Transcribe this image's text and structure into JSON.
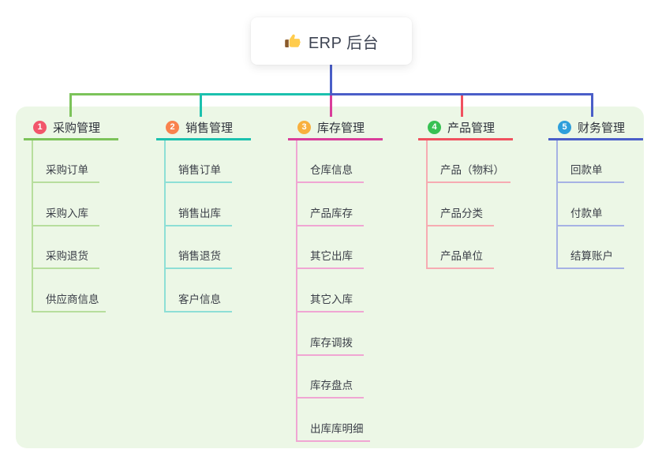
{
  "root": {
    "title": "ERP 后台",
    "icon": "thumbs-up",
    "line_color": "#4a5ec8"
  },
  "panel": {
    "background": "#ecf7e6"
  },
  "bus_colors": [
    "#7cc35a",
    "#1cc1ae",
    "#4a5ec8"
  ],
  "branches": [
    {
      "badge": "1",
      "label": "采购管理",
      "badge_color": "#f2566b",
      "line_color": "#7cc35a",
      "sub_line_color": "#b7de9d",
      "items": [
        "采购订单",
        "采购入库",
        "采购退货",
        "供应商信息"
      ]
    },
    {
      "badge": "2",
      "label": "销售管理",
      "badge_color": "#f9824d",
      "line_color": "#1cc1ae",
      "sub_line_color": "#8ddfd6",
      "items": [
        "销售订单",
        "销售出库",
        "销售退货",
        "客户信息"
      ]
    },
    {
      "badge": "3",
      "label": "库存管理",
      "badge_color": "#f8b03e",
      "line_color": "#d93d9a",
      "sub_line_color": "#f0a6d3",
      "items": [
        "仓库信息",
        "产品库存",
        "其它出库",
        "其它入库",
        "库存调拨",
        "库存盘点",
        "出库库明细"
      ]
    },
    {
      "badge": "4",
      "label": "产品管理",
      "badge_color": "#38c153",
      "line_color": "#f0515f",
      "sub_line_color": "#f6abb2",
      "items": [
        "产品（物料）",
        "产品分类",
        "产品单位"
      ]
    },
    {
      "badge": "5",
      "label": "财务管理",
      "badge_color": "#2e9fdb",
      "line_color": "#4a5ec8",
      "sub_line_color": "#a6b2e4",
      "items": [
        "回款单",
        "付款单",
        "结算账户"
      ]
    }
  ]
}
